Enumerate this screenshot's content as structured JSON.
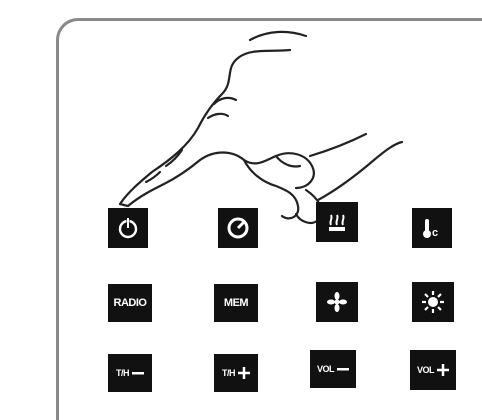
{
  "buttons": [
    {
      "row": 1,
      "label": "",
      "icon": "power-icon"
    },
    {
      "row": 1,
      "label": "",
      "icon": "timer-dial-icon"
    },
    {
      "row": 1,
      "label": "",
      "icon": "seat-heat-icon"
    },
    {
      "row": 1,
      "label": "",
      "icon": "temperature-celsius-icon"
    },
    {
      "row": 2,
      "label": "RADIO",
      "icon": ""
    },
    {
      "row": 2,
      "label": "MEM",
      "icon": ""
    },
    {
      "row": 2,
      "label": "",
      "icon": "fan-icon"
    },
    {
      "row": 2,
      "label": "",
      "icon": "sun-icon"
    },
    {
      "row": 3,
      "label": "T/H",
      "icon": "minus-icon"
    },
    {
      "row": 3,
      "label": "T/H",
      "icon": "plus-icon"
    },
    {
      "row": 3,
      "label": "VOL",
      "icon": "minus-icon"
    },
    {
      "row": 3,
      "label": "VOL",
      "icon": "plus-icon"
    }
  ],
  "colors": {
    "key": "#111111",
    "panel_border": "#8a8a8a",
    "line": "#222222"
  }
}
